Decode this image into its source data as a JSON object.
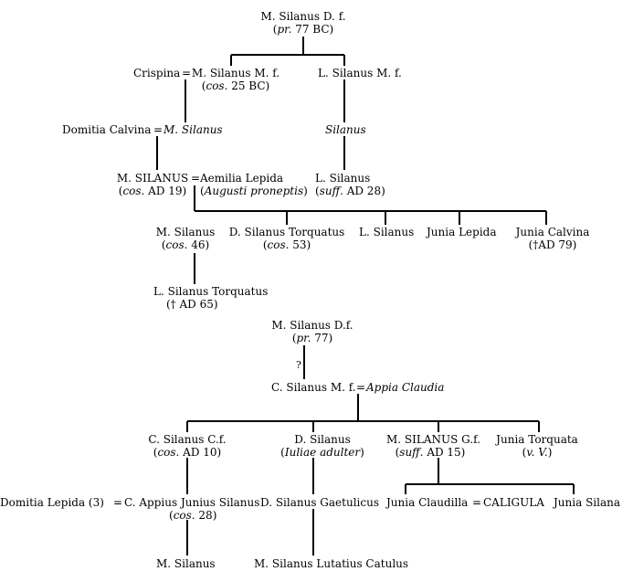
{
  "tree1": {
    "root": {
      "name": "M. Silanus D. f.",
      "detail_pre": "",
      "detail_em": "pr.",
      "detail_post": " 77 BC"
    },
    "crispina": "Crispina",
    "eq": "=",
    "silanus_cos25": {
      "name": "M. Silanus M. f.",
      "detail_pre": "(",
      "detail_em": "cos.",
      "detail_post": " 25 BC)"
    },
    "lsilanus_mf": "L. Silanus M. f.",
    "domitia_calvina": "Domitia Calvina",
    "msilanus_it": "M. Silanus",
    "silanus_it": "Silanus",
    "msilanus_cos19": {
      "name": "M. SILANUS",
      "detail_pre": "(",
      "detail_em": "cos.",
      "detail_post": " AD 19)"
    },
    "aemilia": {
      "name": "Aemilia Lepida",
      "detail_pre": "(",
      "detail_em": "Augusti proneptis",
      "detail_post": ")"
    },
    "lsilanus_suff": {
      "name": "L. Silanus",
      "detail_pre": "(",
      "detail_em": "suff.",
      "detail_post": " AD 28)"
    },
    "children": [
      {
        "name": "M. Silanus",
        "detail_pre": "(",
        "detail_em": "cos.",
        "detail_post": " 46)"
      },
      {
        "name": "D. Silanus Torquatus",
        "detail_pre": "(",
        "detail_em": "cos.",
        "detail_post": " 53)"
      },
      {
        "name": "L. Silanus"
      },
      {
        "name": "Junia Lepida"
      },
      {
        "name": "Junia Calvina",
        "detail": "(†AD 79)"
      }
    ],
    "ltorquatus": {
      "name": "L. Silanus Torquatus",
      "detail": "(† AD 65)"
    }
  },
  "tree2": {
    "root": {
      "name": "M. Silanus D.f.",
      "detail_pre": "(",
      "detail_em": "pr.",
      "detail_post": " 77)"
    },
    "question": "?",
    "csilanus_mf": "C. Silanus M. f.",
    "eq": "=",
    "appia": "Appia Claudia",
    "children": [
      {
        "name": "C. Silanus C.f.",
        "detail_pre": "(",
        "detail_em": "cos.",
        "detail_post": " AD 10)"
      },
      {
        "name": "D. Silanus",
        "detail_pre": "(",
        "detail_em": "Iuliae adulter",
        "detail_post": ")"
      },
      {
        "name": "M. SILANUS G.f.",
        "detail_pre": "(",
        "detail_em": "suff.",
        "detail_post": " AD 15)"
      },
      {
        "name": "Junia Torquata",
        "detail_pre": "(",
        "detail_em": "v. V.",
        "detail_post": ")"
      }
    ],
    "domitia_lepida": "Domitia Lepida (3)",
    "cappius": {
      "name": "C. Appius Junius Silanus",
      "detail_pre": "(",
      "detail_em": "cos.",
      "detail_post": " 28)"
    },
    "gaetulicus": "D. Silanus Gaetulicus",
    "claudilla": "Junia Claudilla",
    "caligula": "CALIGULA",
    "junia_silana": "Junia Silana",
    "msilanus_leaf": "M. Silanus",
    "catulus": "M. Silanus Lutatius Catulus"
  }
}
